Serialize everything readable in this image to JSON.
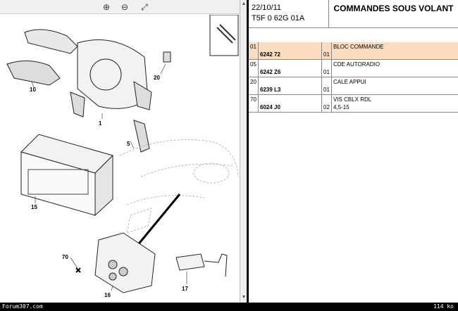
{
  "toolbar": {
    "zoom_in_icon": "zoom-in-icon",
    "zoom_out_icon": "zoom-out-icon",
    "zoom_fit_icon": "zoom-fit-icon"
  },
  "diagram": {
    "callouts": [
      "1",
      "5",
      "10",
      "15",
      "16",
      "17",
      "20",
      "70"
    ]
  },
  "header": {
    "date": "22/10/11",
    "code": "T5F 0 62G 01A",
    "title": "COMMANDES SOUS VOLANT"
  },
  "rows": [
    {
      "ref": "01",
      "part_no": "6242 72",
      "qty": "01",
      "desc": "BLOC COMMANDE",
      "desc2": ""
    },
    {
      "ref": "05",
      "part_no": "6242 Z6",
      "qty": "01",
      "desc": "CDE AUTORADIO",
      "desc2": ""
    },
    {
      "ref": "20",
      "part_no": "6239 L3",
      "qty": "01",
      "desc": "CALE APPUI",
      "desc2": ""
    },
    {
      "ref": "70",
      "part_no": "6024 J0",
      "qty": "02",
      "desc": "VIS CBLX RDL",
      "desc2": "4,5-15"
    }
  ],
  "status": {
    "left": "Forum307.com",
    "right": "114 ko"
  },
  "colors": {
    "selected_row": "#fbdcbf"
  }
}
